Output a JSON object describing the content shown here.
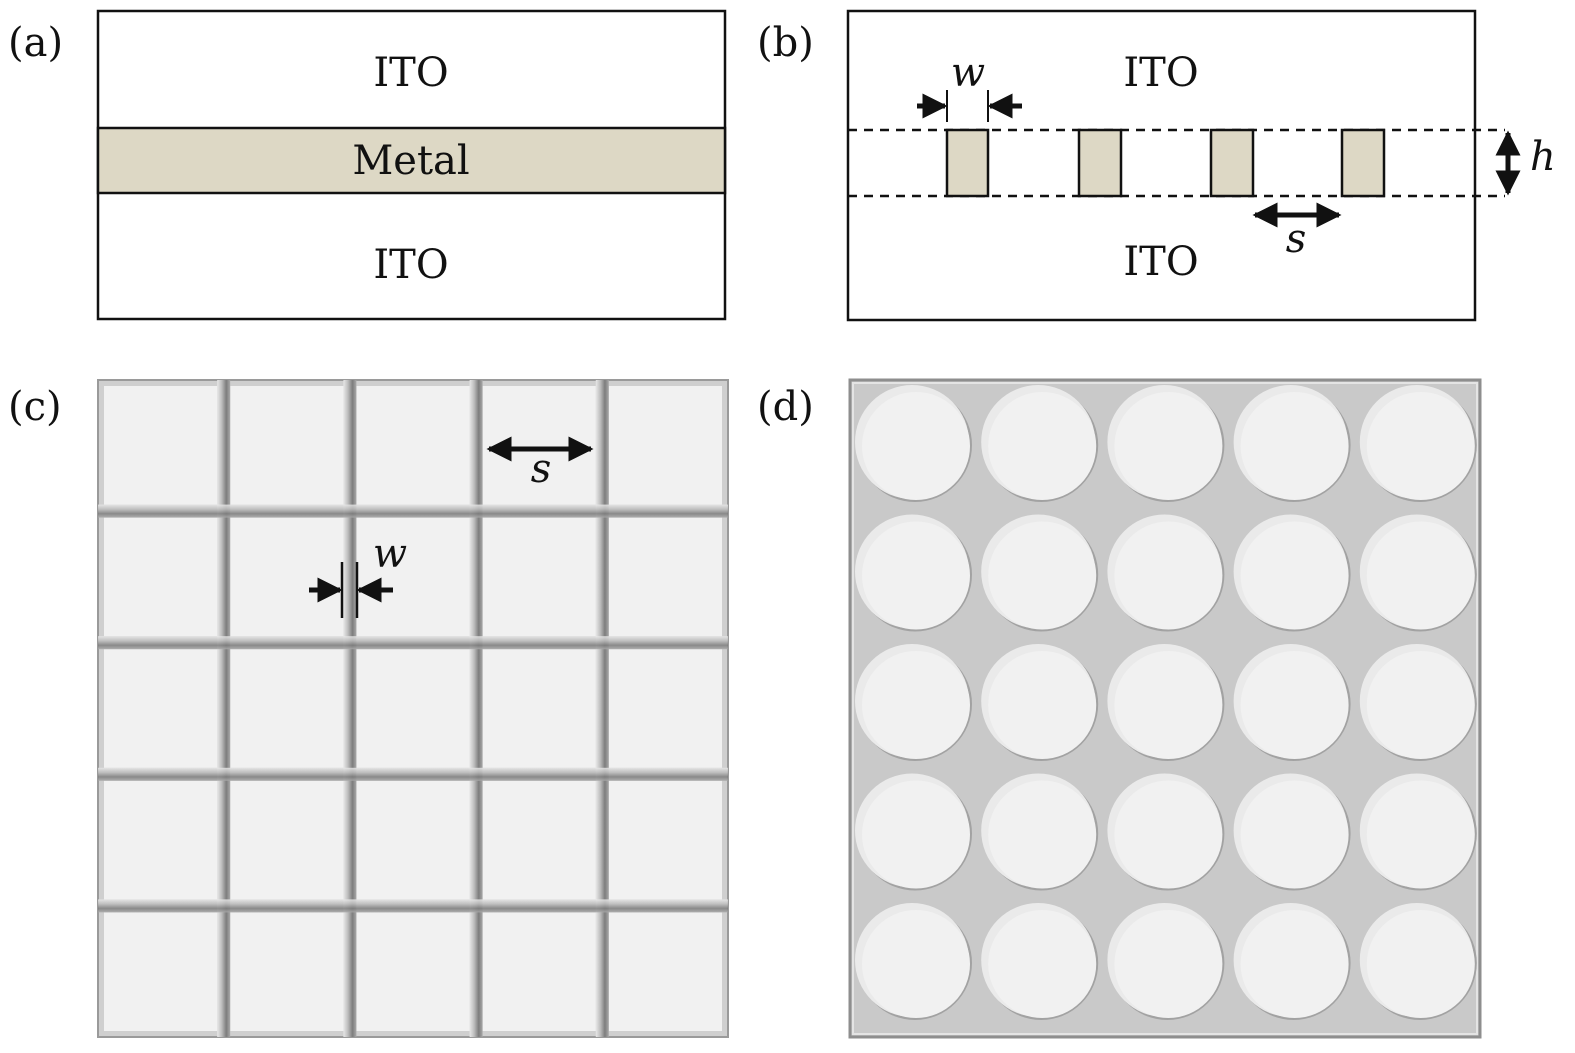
{
  "colors": {
    "metal": "#ddd8c5",
    "stroke": "#111111",
    "cell": "#f1f1f1",
    "grid": "#c9c9c9",
    "grid_dark": "#8a8a8a",
    "grid_light": "#e6e6e6"
  },
  "panels": {
    "a": {
      "tag": "(a)",
      "top_label": "ITO",
      "middle_label": "Metal",
      "bottom_label": "ITO"
    },
    "b": {
      "tag": "(b)",
      "top_label": "ITO",
      "bottom_label": "ITO",
      "width_symbol": "w",
      "height_symbol": "h",
      "spacing_symbol": "s",
      "strip_count": 4
    },
    "c": {
      "tag": "(c)",
      "spacing_symbol": "s",
      "width_symbol": "w",
      "grid_rows": 5,
      "grid_cols": 5
    },
    "d": {
      "tag": "(d)",
      "hole_rows": 5,
      "hole_cols": 5
    }
  }
}
